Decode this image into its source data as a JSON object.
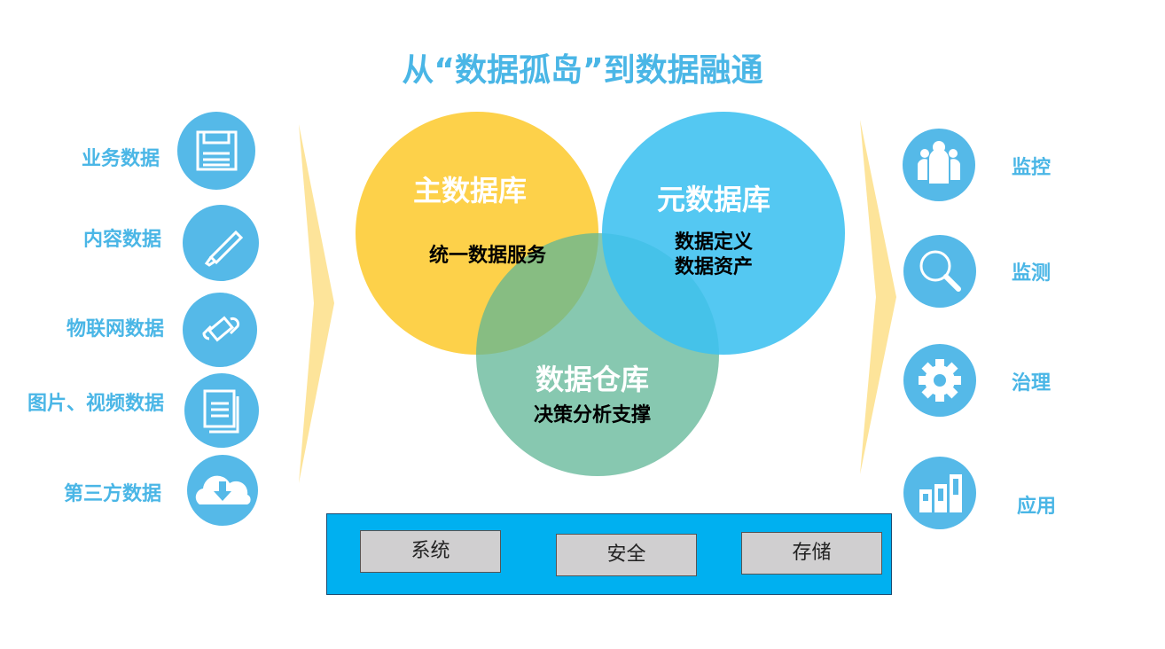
{
  "title": "从“数据孤岛”到数据融通",
  "sources": [
    {
      "label": "业务数据",
      "icon": "floppy-disk-icon"
    },
    {
      "label": "内容数据",
      "icon": "highlighter-icon"
    },
    {
      "label": "物联网数据",
      "icon": "bandage-link-icon"
    },
    {
      "label": "图片、视频数据",
      "icon": "documents-icon"
    },
    {
      "label": "第三方数据",
      "icon": "cloud-download-icon"
    }
  ],
  "circles": {
    "master": {
      "title": "主数据库",
      "sub": "统一数据服务",
      "color": "#fdd14a"
    },
    "meta": {
      "title": "元数据库",
      "sub1": "数据定义",
      "sub2": "数据资产",
      "color": "#3cc0f0"
    },
    "warehouse": {
      "title": "数据仓库",
      "sub": "决策分析支撑",
      "color": "#5fb595"
    }
  },
  "outputs": [
    {
      "label": "监控",
      "icon": "users-icon"
    },
    {
      "label": "监测",
      "icon": "magnifier-icon"
    },
    {
      "label": "治理",
      "icon": "gear-icon"
    },
    {
      "label": "应用",
      "icon": "bar-chart-icon"
    }
  ],
  "foundation": {
    "items": [
      "系统",
      "安全",
      "存储"
    ],
    "color": "#00b0f0"
  }
}
